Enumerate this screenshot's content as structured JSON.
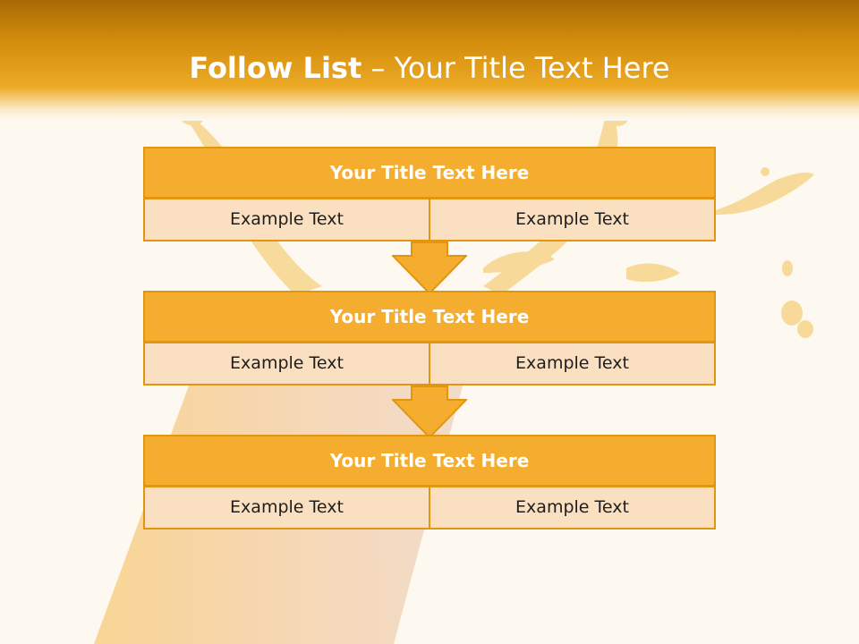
{
  "header": {
    "title_bold": "Follow List",
    "title_rest": " – Your Title Text Here"
  },
  "steps": [
    {
      "title": "Your Title Text Here",
      "left": "Example Text",
      "right": "Example Text"
    },
    {
      "title": "Your Title Text Here",
      "left": "Example Text",
      "right": "Example Text"
    },
    {
      "title": "Your Title Text Here",
      "left": "Example Text",
      "right": "Example Text"
    }
  ],
  "colors": {
    "header_orange": "#d48d0d",
    "box_title_fill": "#f5ad30",
    "box_cell_fill": "#fadfc0",
    "border": "#e3950f",
    "background": "#fdf9f1"
  }
}
